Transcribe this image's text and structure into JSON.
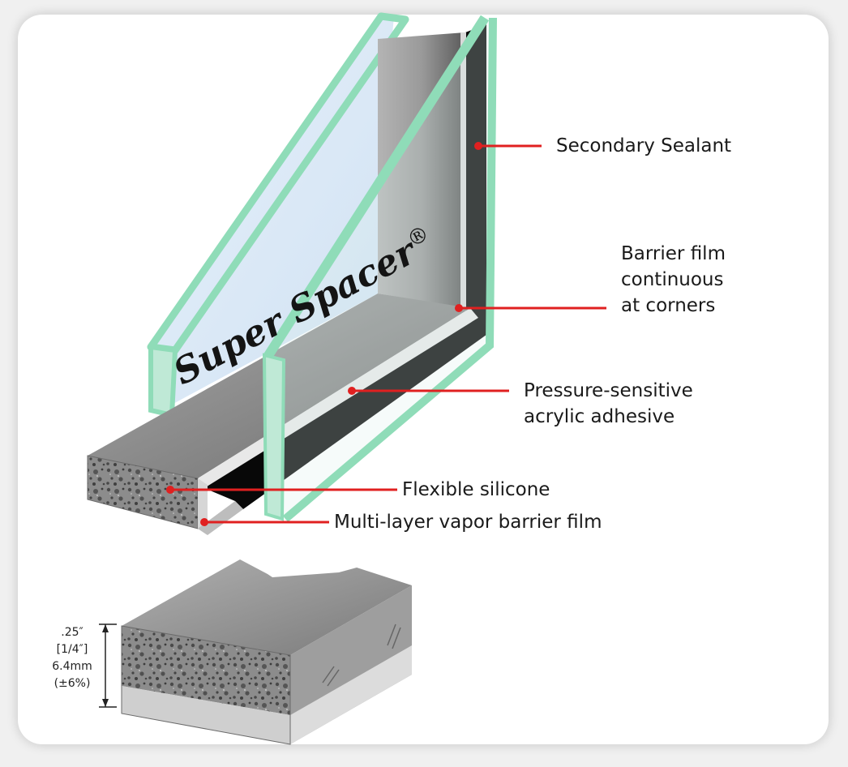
{
  "labels": {
    "secondary_sealant": "Secondary Sealant",
    "barrier_film_1": "Barrier film",
    "barrier_film_2": "continuous",
    "barrier_film_3": "at corners",
    "adhesive_1": "Pressure-sensitive",
    "adhesive_2": "acrylic adhesive",
    "silicone": "Flexible silicone",
    "vapor_barrier": "Multi-layer vapor barrier film"
  },
  "logo": {
    "text": "Super Spacer",
    "mark": "®"
  },
  "dimension": {
    "inches": ".25″",
    "fraction": "[1/4″]",
    "mm": "6.4mm",
    "tolerance": "(±6%)"
  },
  "colors": {
    "callout": "#e02020",
    "glass_edge": "#8fdcb8",
    "sealant": "#050505",
    "foam": "#8a8a8a"
  }
}
